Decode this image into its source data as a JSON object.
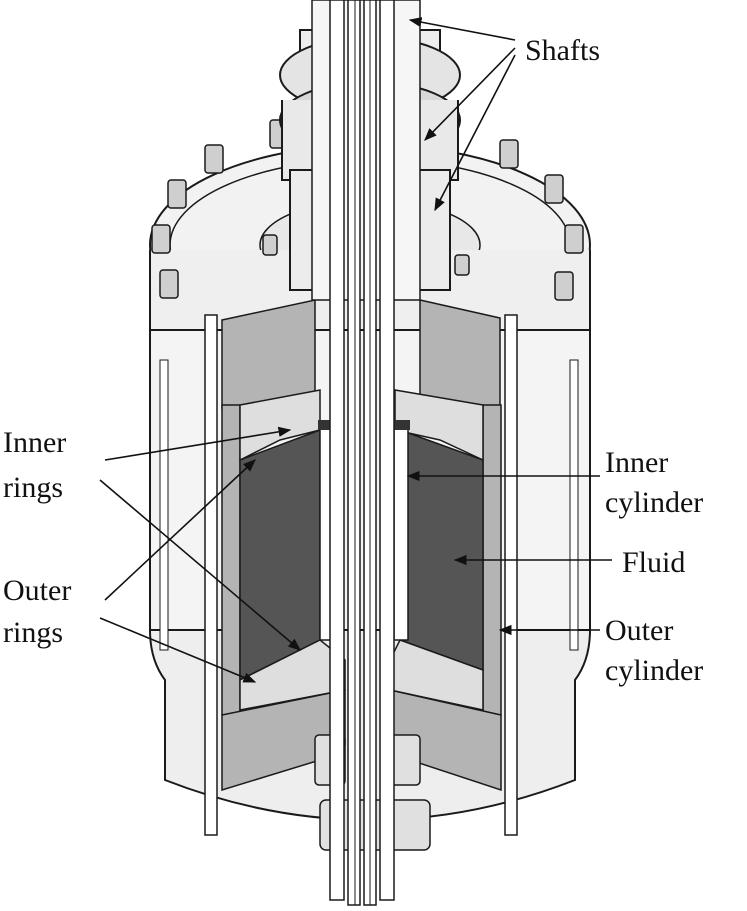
{
  "labels": {
    "shafts": "Shafts",
    "inner_rings": [
      "Inner",
      "rings"
    ],
    "outer_rings": [
      "Outer",
      "rings"
    ],
    "inner_cylinder": [
      "Inner",
      "cylinder"
    ],
    "fluid": "Fluid",
    "outer_cylinder": [
      "Outer",
      "cylinder"
    ]
  },
  "colors": {
    "fluid": "#555555",
    "end_cap": "#b4b4b4",
    "rings": "#dedede",
    "line": "#1a1a1a",
    "flange": "#f2f2f2"
  }
}
